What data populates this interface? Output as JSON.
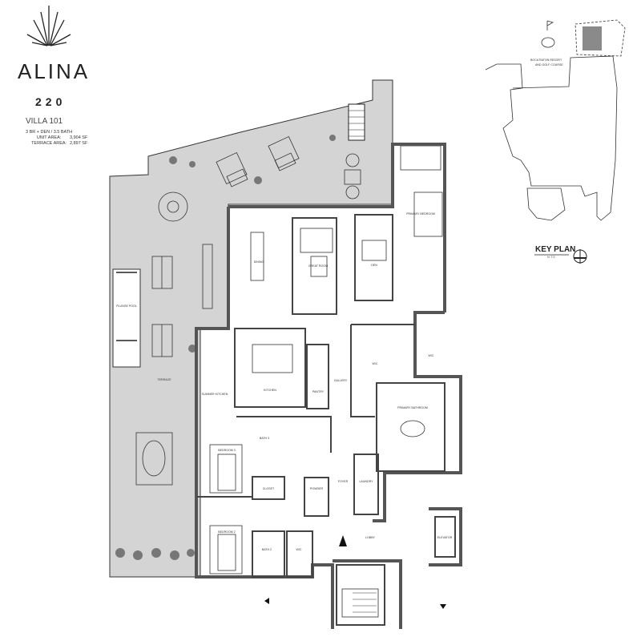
{
  "brand": {
    "name": "ALINA",
    "number": "220",
    "unit": "VILLA 101",
    "specs": [
      {
        "label": "3 BR + DEN / 3.5 BATH",
        "value": ""
      },
      {
        "label": "UNIT AREA:",
        "value": "3,904 SF"
      },
      {
        "label": "TERRACE AREA:",
        "value": "2,897 SF"
      }
    ]
  },
  "key_plan": {
    "title": "KEY PLAN",
    "scale": "N.T.S",
    "landmark": "BOCA RATON RESORT",
    "landmark_line2": "AND GOLF COURSE",
    "highlight_color": "#8a8a8a"
  },
  "rooms": {
    "terrace": "TERRACE",
    "plunge_pool": "PLUNGE POOL",
    "dining": "DINING",
    "great_room": "GREAT ROOM",
    "den": "DEN",
    "primary_bedroom": "PRIMARY BEDROOM",
    "wic_1": "W/C",
    "wic_2": "W/C",
    "primary_bathroom": "PRIMARY BATHROOM",
    "kitchen": "KITCHEN",
    "pantry": "PANTRY",
    "gallery": "GALLERY",
    "bath_3": "BATH 3",
    "bedroom_3": "BEDROOM 3",
    "closet": "CLOSET",
    "powder": "POWDER",
    "foyer": "FOYER",
    "laundry": "LAUNDRY",
    "bedroom_2": "BEDROOM 2",
    "bath_2": "BATH 2",
    "wc": "W/C",
    "lobby": "LOBBY",
    "elevator": "ELEVATOR",
    "powder_room_bar": "SUMMER KITCHEN"
  },
  "colors": {
    "terrace": "#d4d4d4",
    "wall": "#555555",
    "line": "#222222"
  }
}
